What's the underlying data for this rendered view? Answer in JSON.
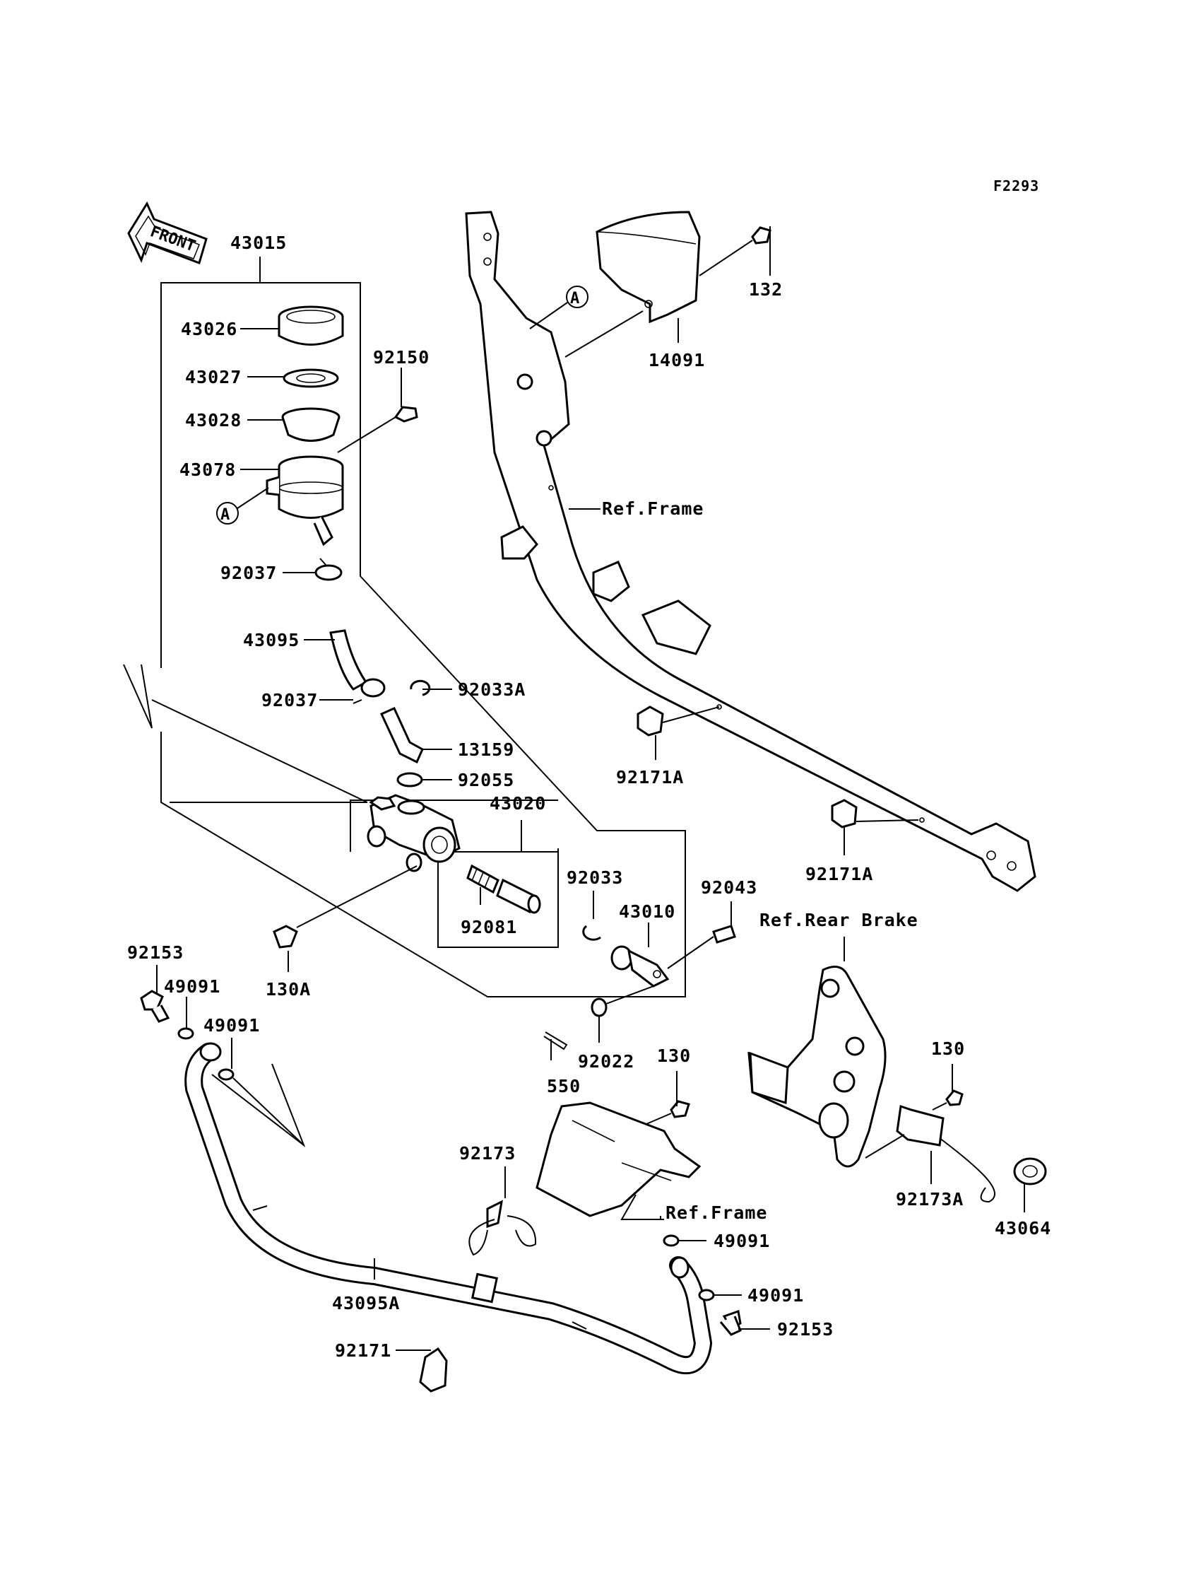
{
  "diagram": {
    "figure_code": "F2293",
    "front_badge": "FRONT",
    "callout_a": "A",
    "labels": {
      "p43015": "43015",
      "p43026": "43026",
      "p43027": "43027",
      "p43028": "43028",
      "p43078": "43078",
      "p92150": "92150",
      "p92037a": "92037",
      "p43095": "43095",
      "p92037b": "92037",
      "p92033A": "92033A",
      "p13159": "13159",
      "p92055": "92055",
      "p43020": "43020",
      "p92033": "92033",
      "p92081": "92081",
      "p43010": "43010",
      "p92043": "92043",
      "p130A": "130A",
      "p92153a": "92153",
      "p49091a": "49091",
      "p49091b": "49091",
      "p92022": "92022",
      "p550": "550",
      "p130a": "130",
      "p130b": "130",
      "p92173": "92173",
      "p92173A": "92173A",
      "p43064": "43064",
      "p49091c": "49091",
      "p49091d": "49091",
      "p92153b": "92153",
      "p43095A": "43095A",
      "p92171": "92171",
      "p132": "132",
      "p14091": "14091",
      "p92171Aa": "92171A",
      "p92171Ab": "92171A",
      "ref_frame_1": "Ref.Frame",
      "ref_frame_2": "Ref.Frame",
      "ref_rear_brake": "Ref.Rear Brake"
    }
  }
}
